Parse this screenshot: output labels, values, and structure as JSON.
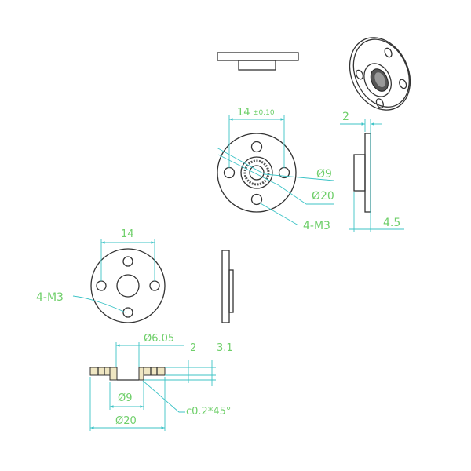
{
  "colors": {
    "outline": "#333333",
    "dimension_line": "#3cc3c6",
    "dimension_text": "#6fcf6a",
    "section_fill": "#efe6c2"
  },
  "views": {
    "front_top": {
      "hole_spacing": "14",
      "tolerance": "±0.10",
      "inner_dia": "Ø9",
      "outer_dia": "Ø20",
      "holes": "4-M3"
    },
    "side_top": {
      "flange_thickness": "2",
      "total_thickness": "4.5"
    },
    "front_bottom": {
      "hole_spacing": "14",
      "holes": "4-M3"
    },
    "section": {
      "bore_dia": "Ø6.05",
      "flange_thickness": "2",
      "total_thickness": "3.1",
      "hub_dia": "Ø9",
      "outer_dia": "Ø20",
      "chamfer": "c0.2*45°"
    }
  }
}
